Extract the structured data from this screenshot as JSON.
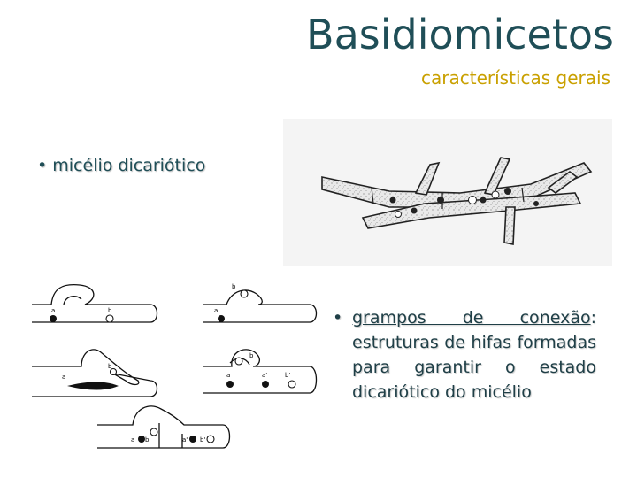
{
  "slide": {
    "title": "Basidiomicetos",
    "subtitle": "características gerais",
    "bullet1": "micélio dicariótico",
    "bullet2_term": "grampos de conexão",
    "bullet2_rest": ": estruturas de hifas formadas para garantir o estado dicariótico do micélio",
    "bullet_symbol": "•"
  },
  "figure_clamps": {
    "labels": [
      "a",
      "b",
      "b",
      "a",
      "b",
      "a",
      "b",
      "a",
      "a'",
      "b'",
      "a",
      "b",
      "a'",
      "b'"
    ]
  },
  "colors": {
    "title": "#1f4e57",
    "subtitle": "#c9a000",
    "text": "#1f3f47"
  }
}
